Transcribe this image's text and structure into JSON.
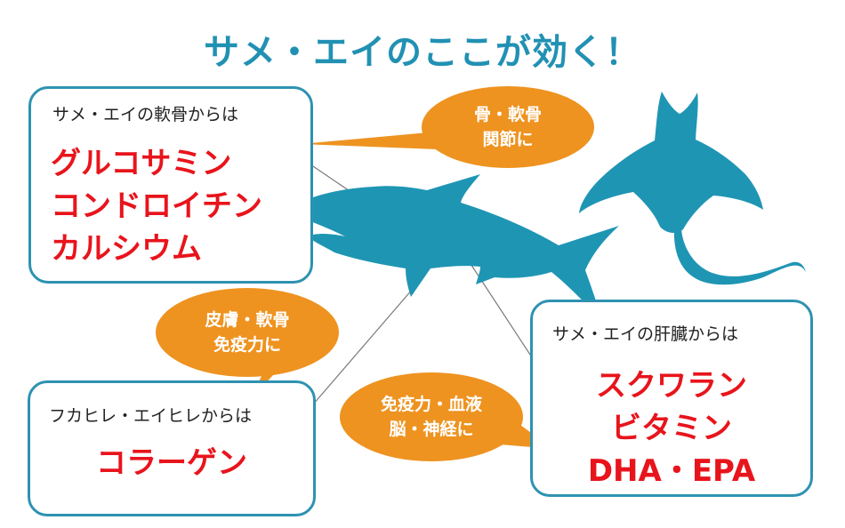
{
  "title": "サメ・エイのここが効く！",
  "colors": {
    "accent_blue": "#2191b3",
    "box_border": "#2e92b1",
    "animal": "#1f95b4",
    "bubble": "#ee9320",
    "highlight_red": "#e8141c",
    "connector": "#7a7a7a"
  },
  "boxes": {
    "cartilage": {
      "heading": "サメ・エイの軟骨からは",
      "items": [
        "グルコサミン",
        "コンドロイチン",
        "カルシウム"
      ]
    },
    "fin": {
      "heading": "フカヒレ・エイヒレからは",
      "items": [
        "コラーゲン"
      ]
    },
    "liver": {
      "heading": "サメ・エイの肝臓からは",
      "items": [
        "スクワラン",
        "ビタミン",
        "DHA・EPA"
      ]
    }
  },
  "bubbles": {
    "bones": {
      "lines": [
        "骨・軟骨",
        "関節に"
      ]
    },
    "skin": {
      "lines": [
        "皮膚・軟骨",
        "免疫力に"
      ]
    },
    "immunity": {
      "lines": [
        "免疫力・血液",
        "脳・神経に"
      ]
    }
  },
  "icons": {
    "shark": "shark-silhouette-icon",
    "ray": "manta-ray-silhouette-icon"
  }
}
